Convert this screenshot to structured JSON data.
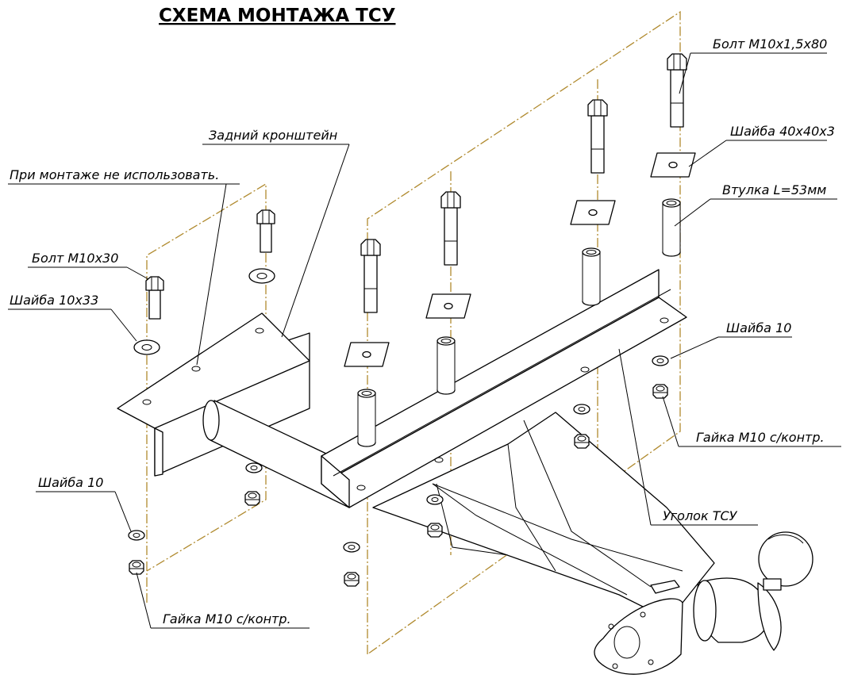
{
  "title": "СХЕМА МОНТАЖА ТСУ",
  "labels": {
    "bolt_m10x15x80": "Болт М10х1,5х80",
    "washer_40x40x3": "Шайба 40х40х3",
    "bushing_l53": "Втулка L=53мм",
    "washer_10_right": "Шайба 10",
    "nut_m10_right": "Гайка М10 с/контр.",
    "angle_tsu": "Уголок ТСУ",
    "rear_bracket": "Задний кронштейн",
    "not_used": "При монтаже не использовать.",
    "bolt_m10x30": "Болт М10х30",
    "washer_10x33": "Шайба 10х33",
    "washer_10_left": "Шайба 10",
    "nut_m10_left": "Гайка М10 с/контр."
  },
  "colors": {
    "assembly_axis": "#b08a2e",
    "ink": "#000000",
    "paper": "#ffffff"
  }
}
